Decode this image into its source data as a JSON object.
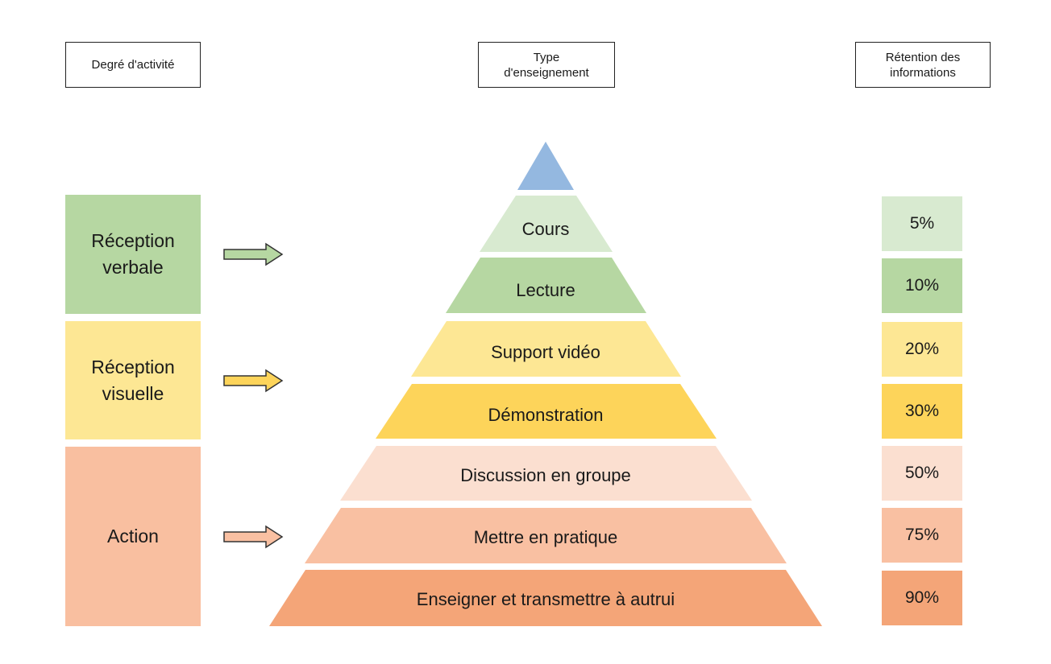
{
  "headers": {
    "activity": "Degré d'activité",
    "teaching": "Type\nd'enseignement",
    "retention": "Rétention des\ninformations"
  },
  "categories": [
    {
      "label": "Réception\nverbale",
      "color": "#b6d7a2"
    },
    {
      "label": "Réception\nvisuelle",
      "color": "#fde794"
    },
    {
      "label": "Action",
      "color": "#f9bfa0"
    }
  ],
  "apex_color": "#94b8e0",
  "tiers": [
    {
      "label": "Cours",
      "retention": "5%",
      "color": "#d8ead0"
    },
    {
      "label": "Lecture",
      "retention": "10%",
      "color": "#b6d7a2"
    },
    {
      "label": "Support vidéo",
      "retention": "20%",
      "color": "#fde794"
    },
    {
      "label": "Démonstration",
      "retention": "30%",
      "color": "#fdd45a"
    },
    {
      "label": "Discussion en groupe",
      "retention": "50%",
      "color": "#fbdfd0"
    },
    {
      "label": "Mettre en pratique",
      "retention": "75%",
      "color": "#f9c0a2"
    },
    {
      "label": "Enseigner et transmettre à autrui",
      "retention": "90%",
      "color": "#f4a578"
    }
  ],
  "arrow_colors": [
    "#b6d7a2",
    "#fdd45a",
    "#f9c0a2"
  ]
}
